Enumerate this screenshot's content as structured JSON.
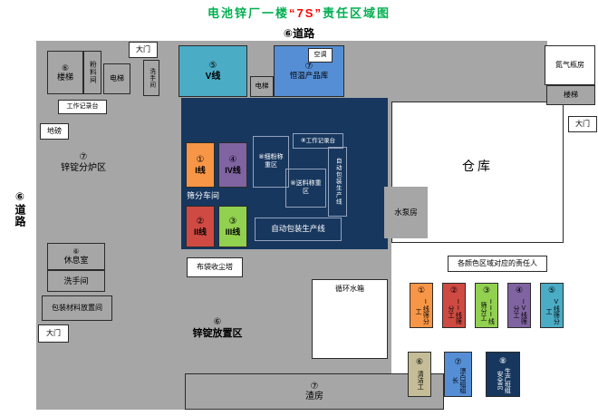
{
  "title": {
    "pre": "电池锌厂一楼",
    "mid": "“7S”",
    "post": "责任区域图"
  },
  "roads": {
    "top": "⑥道路",
    "left": "⑥道路"
  },
  "plan": {
    "stairs_top_left": {
      "num": "⑥",
      "label": "楼梯"
    },
    "powder_room": "粉料间",
    "elevator_1": "电梯",
    "gate_top": "大门",
    "washroom_top": "洗手间",
    "v_line": {
      "num": "⑤",
      "label": "V线"
    },
    "elevator_2": "电梯",
    "product_store": {
      "num": "⑦",
      "label": "恒温产品库"
    },
    "aircon": "空调",
    "nitrogen_room": "氮气瓶房",
    "stairs_right": "楼梯",
    "gate_right": "大门",
    "work_desk_1": "工作记录台",
    "weighbridge": "地磅",
    "furnace_area": {
      "num": "⑦",
      "label": "锌锭分炉区"
    },
    "warehouse": "仓库",
    "line_1": {
      "num": "①",
      "label": "I线"
    },
    "line_4": {
      "num": "④",
      "label": "IV线"
    },
    "fine_powder_weigh": "⑧细粉称重区",
    "work_desk_2": "⑧工作记录台",
    "feed_weigh": "⑧送料称重区",
    "auto_pack_vertical": "自动包装生产线",
    "sieve_workshop": "筛分车间",
    "line_2": {
      "num": "②",
      "label": "II线"
    },
    "line_3": {
      "num": "③",
      "label": "III线"
    },
    "auto_pack_line": "自动包装生产线",
    "pump_room": "水泵房",
    "rest_room": {
      "num": "⑥",
      "label": "休息室"
    },
    "washroom_bottom": "洗手间",
    "packaging_material_room": "包装材料放置间",
    "gate_bottom_left": "大门",
    "dust_tower": "布袋收尘塔",
    "zinc_placement": {
      "num": "⑥",
      "label": "锌锭放置区"
    },
    "water_tank": "循环水箱",
    "slag_room": {
      "num": "⑦",
      "label": "渣房"
    }
  },
  "legend": {
    "title": "各颜色区域对应的责任人",
    "items": [
      {
        "num": "①",
        "label": "I线筛分工",
        "color": "#f79646"
      },
      {
        "num": "②",
        "label": "II线筛分工",
        "color": "#cf4a42"
      },
      {
        "num": "③",
        "label": "III线筛分工",
        "color": "#92d050"
      },
      {
        "num": "④",
        "label": "IV线筛分工",
        "color": "#8064a2"
      },
      {
        "num": "⑤",
        "label": "V线筛分工",
        "color": "#4bacc6"
      },
      {
        "num": "⑥",
        "label": "清洁工",
        "color": "#c4bd97"
      },
      {
        "num": "⑦",
        "label": "漂白组组长",
        "color": "#558ed5"
      },
      {
        "num": "⑧",
        "label": "生产班组安全员",
        "color": "#17375e"
      }
    ]
  },
  "colors": {
    "area_gray": "#a6a6a6",
    "navy": "#17375e",
    "blue": "#558ed5",
    "cyan": "#4bacc6",
    "orange": "#f79646",
    "red": "#cf4a42",
    "green": "#92d050",
    "purple": "#8064a2",
    "tan": "#c4bd97",
    "title_green": "#00b050",
    "title_red": "#ff0000"
  }
}
